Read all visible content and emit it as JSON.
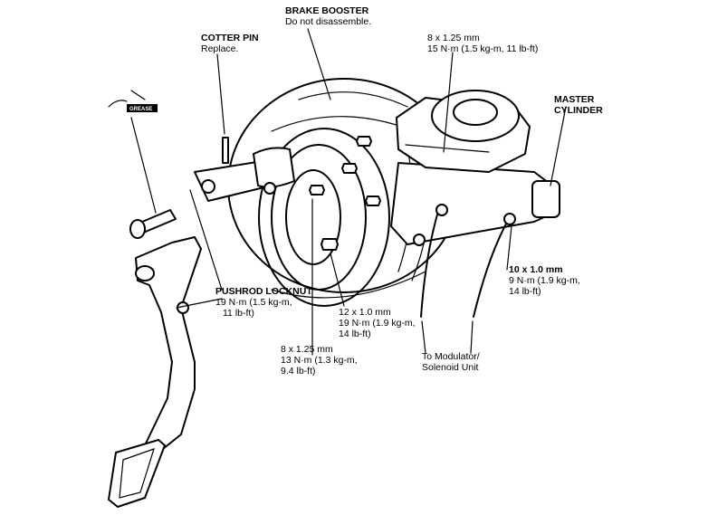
{
  "labels": {
    "brake_booster": {
      "title": "BRAKE BOOSTER",
      "note": "Do not disassemble."
    },
    "cotter_pin": {
      "title": "COTTER PIN",
      "note": "Replace."
    },
    "master_cylinder": {
      "line1": "MASTER",
      "line2": "CYLINDER"
    },
    "grease": "GREASE",
    "bolt_top": {
      "size": "8 x 1.25 mm",
      "torque": "15 N·m (1.5 kg-m, 11 lb-ft)"
    },
    "pushrod_locknut": {
      "title": "PUSHROD LOCKNUT",
      "torque1": "19 N·m (1.5 kg-m,",
      "torque2": "11 lb-ft)"
    },
    "bolt_mid": {
      "size": "12 x 1.0 mm",
      "torque1": "19 N·m (1.9 kg-m,",
      "torque2": "14 lb-ft)"
    },
    "bolt_bottom": {
      "size": "8 x 1.25 mm",
      "torque1": "13 N·m (1.3 kg-m,",
      "torque2": "9.4 lb-ft)"
    },
    "bolt_right": {
      "size": "10 x 1.0 mm",
      "torque1": "9 N·m (1.9 kg-m,",
      "torque2": "14 lb-ft)"
    },
    "modulator": {
      "line1": "To Modulator/",
      "line2": "Solenoid Unit"
    }
  }
}
